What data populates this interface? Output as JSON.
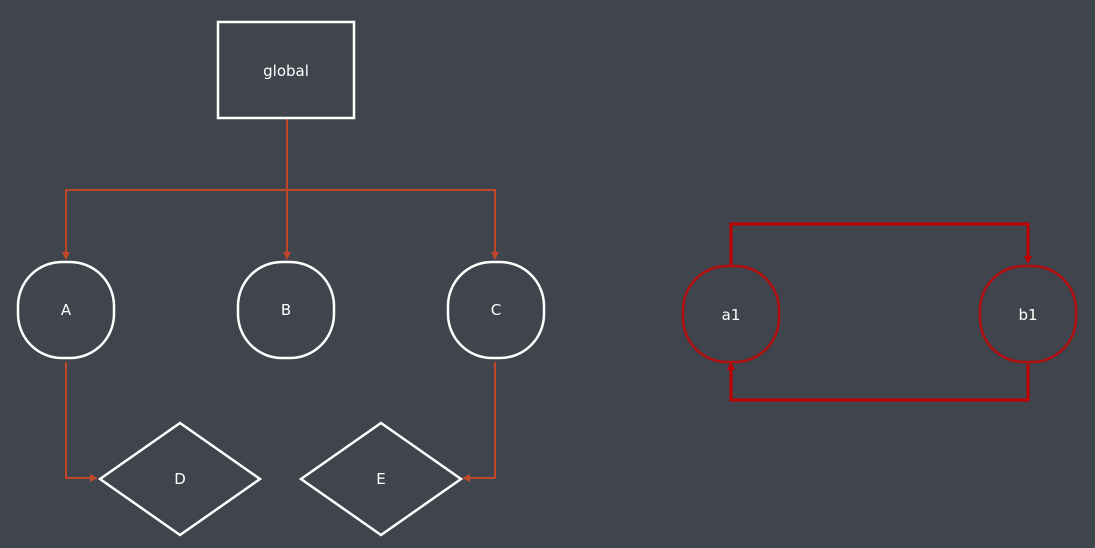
{
  "nodes": {
    "global": "global",
    "A": "A",
    "B": "B",
    "C": "C",
    "D": "D",
    "E": "E",
    "a1": "a1",
    "b1": "b1"
  },
  "colors": {
    "background": "#40444c",
    "node_stroke": "#ffffff",
    "edge_left": "#c0482a",
    "edge_right": "#c00000",
    "node_right_stroke": "#b30e0e"
  }
}
